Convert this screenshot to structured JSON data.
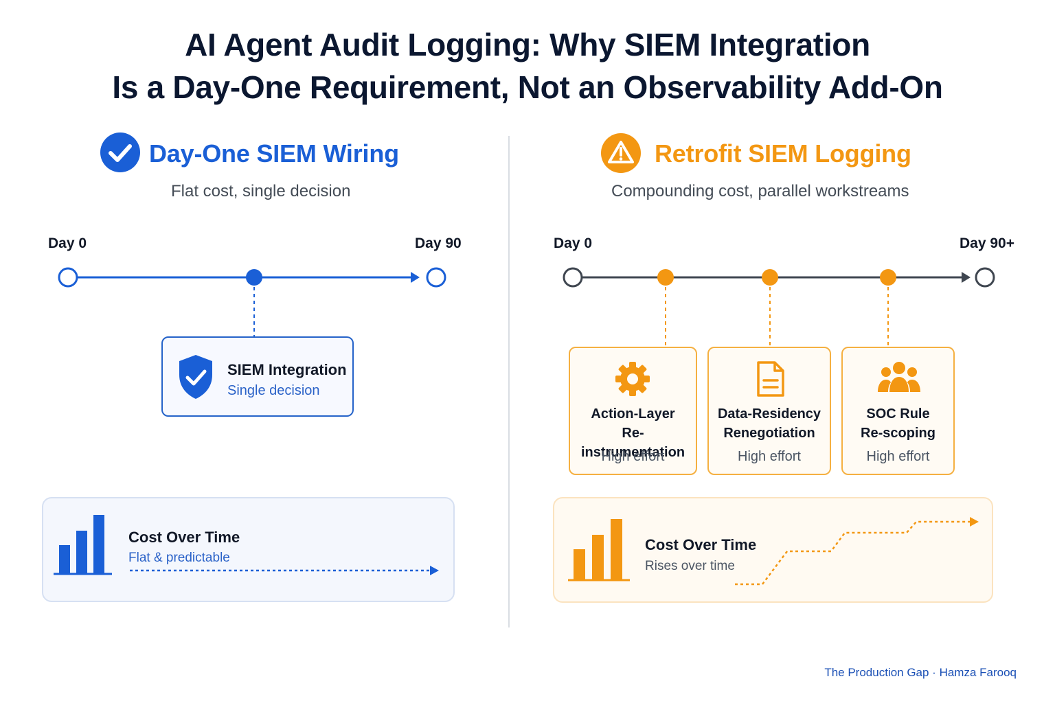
{
  "title": {
    "line1": "AI Agent Audit Logging: Why SIEM Integration",
    "line2": "Is a Day-One Requirement, Not an Observability Add-On"
  },
  "colors": {
    "blue": "#1a5fd6",
    "orange": "#f39712",
    "dark": "#3f4650"
  },
  "left": {
    "heading": "Day-One SIEM Wiring",
    "subheading": "Flat cost, single decision",
    "heading_icon": "check-circle-icon",
    "timeline": {
      "start_label": "Day 0",
      "end_label": "Day 90"
    },
    "milestone": {
      "icon": "shield-check-icon",
      "title": "SIEM Integration",
      "subtitle": "Single decision"
    },
    "cost_panel": {
      "icon": "bar-chart-icon",
      "title": "Cost Over Time",
      "subtitle": "Flat & predictable"
    }
  },
  "right": {
    "heading": "Retrofit SIEM Logging",
    "subheading": "Compounding cost, parallel workstreams",
    "heading_icon": "warning-icon",
    "timeline": {
      "start_label": "Day 0",
      "end_label": "Day 90+"
    },
    "steps": [
      {
        "icon": "gear-icon",
        "title_line1": "Action-Layer",
        "title_line2": "Re-instrumentation",
        "effort": "High effort"
      },
      {
        "icon": "document-icon",
        "title_line1": "Data-Residency",
        "title_line2": "Renegotiation",
        "effort": "High effort"
      },
      {
        "icon": "people-icon",
        "title_line1": "SOC Rule",
        "title_line2": "Re-scoping",
        "effort": "High effort"
      }
    ],
    "cost_panel": {
      "icon": "bar-chart-icon",
      "title": "Cost Over Time",
      "subtitle": "Rises over time"
    }
  },
  "footer": {
    "credit": "The Production Gap · Hamza Farooq"
  }
}
